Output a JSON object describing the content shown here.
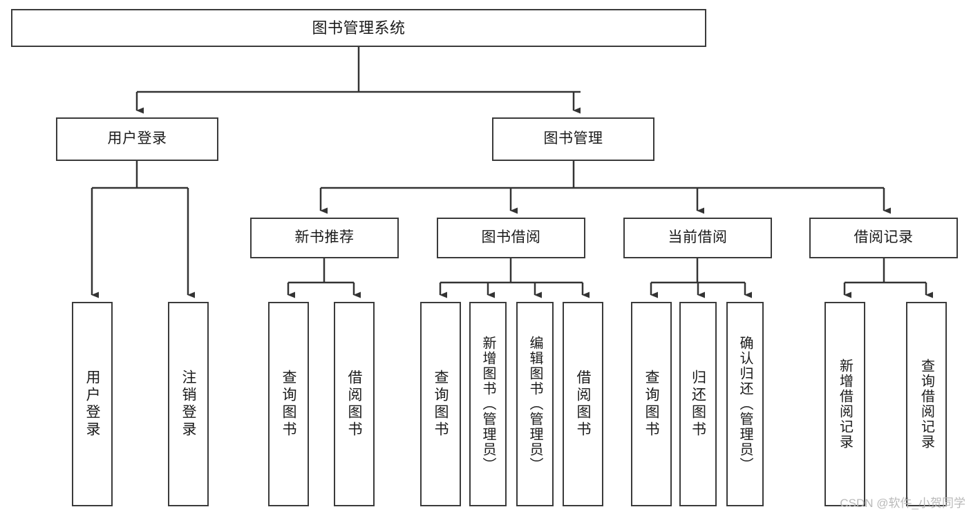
{
  "diagram": {
    "title": "图书管理系统",
    "type": "tree-hierarchy-chart",
    "root": {
      "id": "root",
      "label": "图书管理系统"
    },
    "level1": [
      {
        "id": "user-login",
        "label": "用户登录"
      },
      {
        "id": "book-manage",
        "label": "图书管理"
      }
    ],
    "level2": [
      {
        "id": "new-book-recommend",
        "label": "新书推荐",
        "parent": "book-manage"
      },
      {
        "id": "book-borrow",
        "label": "图书借阅",
        "parent": "book-manage"
      },
      {
        "id": "current-borrow",
        "label": "当前借阅",
        "parent": "book-manage"
      },
      {
        "id": "borrow-record",
        "label": "借阅记录",
        "parent": "book-manage"
      }
    ],
    "leaves": [
      {
        "id": "leaf-user-login",
        "label": "用户登录",
        "parent": "user-login"
      },
      {
        "id": "leaf-logout",
        "label": "注销登录",
        "parent": "user-login"
      },
      {
        "id": "leaf-query-book-1",
        "label": "查询图书",
        "parent": "new-book-recommend"
      },
      {
        "id": "leaf-borrow-book-1",
        "label": "借阅图书",
        "parent": "new-book-recommend"
      },
      {
        "id": "leaf-query-book-2",
        "label": "查询图书",
        "parent": "book-borrow"
      },
      {
        "id": "leaf-add-book",
        "label": "新增图书（管理员）",
        "parent": "book-borrow"
      },
      {
        "id": "leaf-edit-book",
        "label": "编辑图书（管理员）",
        "parent": "book-borrow"
      },
      {
        "id": "leaf-borrow-book-2",
        "label": "借阅图书",
        "parent": "book-borrow"
      },
      {
        "id": "leaf-query-book-3",
        "label": "查询图书",
        "parent": "current-borrow"
      },
      {
        "id": "leaf-return-book",
        "label": "归还图书",
        "parent": "current-borrow"
      },
      {
        "id": "leaf-confirm-return",
        "label": "确认归还（管理员）",
        "parent": "current-borrow"
      },
      {
        "id": "leaf-add-record",
        "label": "新增借阅记录",
        "parent": "borrow-record"
      },
      {
        "id": "leaf-query-record",
        "label": "查询借阅记录",
        "parent": "borrow-record"
      }
    ],
    "colors": {
      "box_border": "#3a3a3a",
      "box_fill": "#ffffff",
      "edge": "#333333",
      "text": "#1a1a1a",
      "watermark": "#b9b9b9"
    }
  },
  "watermark": {
    "text": "CSDN @软件_小贺同学"
  }
}
